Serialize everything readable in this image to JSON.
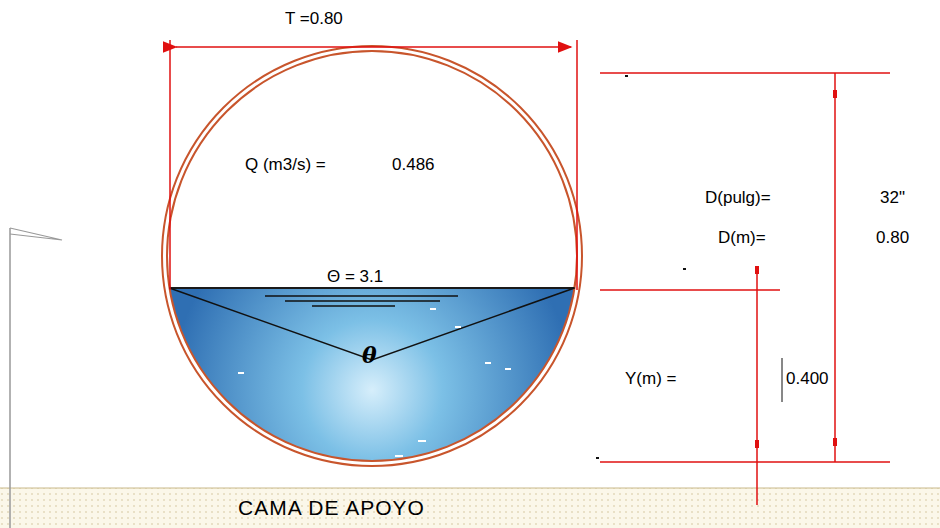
{
  "diagram": {
    "nodes": [
      {
        "text": [
          "Q (m3/s) =",
          "0.486",
          "Θ = 3.1",
          "θ"
        ]
      },
      {
        "text": [
          "CAMA DE APOYO"
        ]
      }
    ],
    "labels": [
      "T =0.80",
      "D(pulg)=",
      "32\"",
      "D(m)=",
      "0.80",
      "Y(m) =",
      "0.400"
    ]
  }
}
